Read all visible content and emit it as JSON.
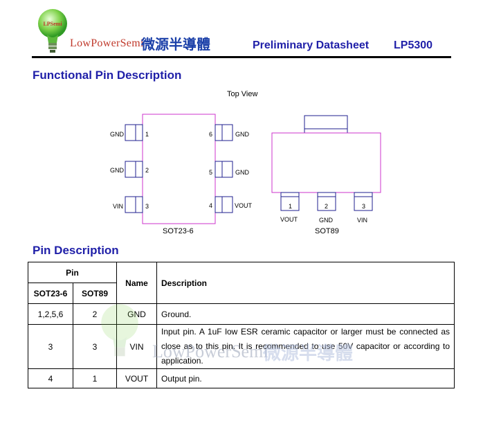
{
  "header": {
    "logo_badge": "LPSemi",
    "brand_en": "LowPowerSemi",
    "brand_cn": "微源半導體",
    "doc_type": "Preliminary Datasheet",
    "part_no": "LP5300"
  },
  "functional": {
    "title": "Functional Pin Description",
    "view_label": "Top View",
    "sot23": {
      "name": "SOT23-6",
      "left_pins": [
        {
          "label": "GND",
          "num": "1"
        },
        {
          "label": "GND",
          "num": "2"
        },
        {
          "label": "VIN",
          "num": "3"
        }
      ],
      "right_pins": [
        {
          "label": "GND",
          "num": "6"
        },
        {
          "label": "GND",
          "num": "5"
        },
        {
          "label": "VOUT",
          "num": "4"
        }
      ]
    },
    "sot89": {
      "name": "SOT89",
      "pins": [
        {
          "label": "VOUT",
          "num": "1"
        },
        {
          "label": "GND",
          "num": "2"
        },
        {
          "label": "VIN",
          "num": "3"
        }
      ]
    }
  },
  "pin_desc": {
    "title": "Pin Description",
    "headers": {
      "pin": "Pin",
      "sot23": "SOT23-6",
      "sot89": "SOT89",
      "name": "Name",
      "description": "Description"
    },
    "rows": [
      {
        "sot23": "1,2,5,6",
        "sot89": "2",
        "name": "GND",
        "description": "Ground."
      },
      {
        "sot23": "3",
        "sot89": "3",
        "name": "VIN",
        "description": "Input pin. A 1uF low ESR ceramic capacitor or larger must be connected as close as to this pin. It is recommended to use 50V capacitor or according to application."
      },
      {
        "sot23": "4",
        "sot89": "1",
        "name": "VOUT",
        "description": "Output pin."
      }
    ]
  },
  "colors": {
    "title_blue": "#1f1fa8",
    "chip_outline": "#cc33cc",
    "pin_outline": "#1f1f8f",
    "brand_red": "#c0392b"
  }
}
